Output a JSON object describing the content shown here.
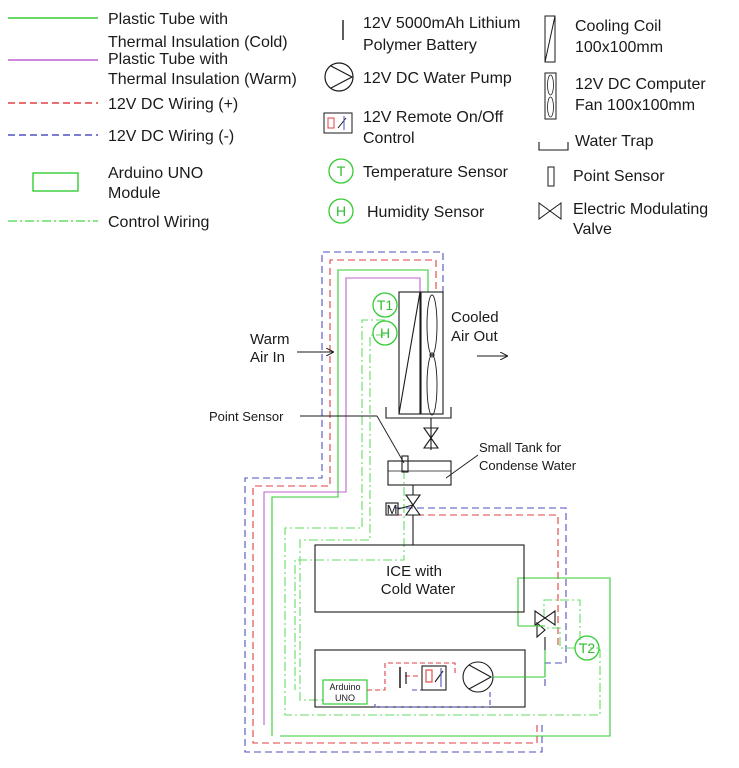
{
  "legend": {
    "cold_tube": [
      "Plastic Tube with",
      "Thermal Insulation (Cold)"
    ],
    "warm_tube": [
      "Plastic Tube with",
      "Thermal Insulation (Warm)"
    ],
    "wiring_pos": "12V DC Wiring (+)",
    "wiring_neg": "12V DC Wiring (-)",
    "arduino": [
      "Arduino UNO",
      "Module"
    ],
    "control_wiring": "Control Wiring",
    "battery": [
      "12V 5000mAh Lithium",
      "Polymer Battery"
    ],
    "pump": "12V DC Water Pump",
    "remote": [
      "12V Remote On/Off",
      "Control"
    ],
    "temp_sensor": "Temperature Sensor",
    "humidity_sensor": "Humidity Sensor",
    "cooling_coil": [
      "Cooling Coil",
      "100x100mm"
    ],
    "fan": [
      "12V DC Computer",
      "Fan 100x100mm"
    ],
    "water_trap": "Water Trap",
    "point_sensor": "Point Sensor",
    "valve": [
      "Electric Modulating",
      "Valve"
    ],
    "temp_symbol": "T",
    "humidity_symbol": "H"
  },
  "diagram": {
    "warm_air": [
      "Warm",
      "Air In"
    ],
    "cooled_air": [
      "Cooled",
      "Air Out"
    ],
    "point_sensor_label": "Point Sensor",
    "small_tank": [
      "Small Tank for",
      "Condense Water"
    ],
    "ice_box": [
      "ICE with",
      "Cold Water"
    ],
    "arduino_box": [
      "Arduino",
      "UNO"
    ],
    "t1": "T1",
    "h": "H",
    "t2": "T2",
    "motor": "M"
  },
  "colors": {
    "cold": "#33cc33",
    "warm": "#c060d0",
    "positive": "#e04040",
    "negative": "#5050c0",
    "control": "#66dd66",
    "line": "#1a1a1a"
  }
}
